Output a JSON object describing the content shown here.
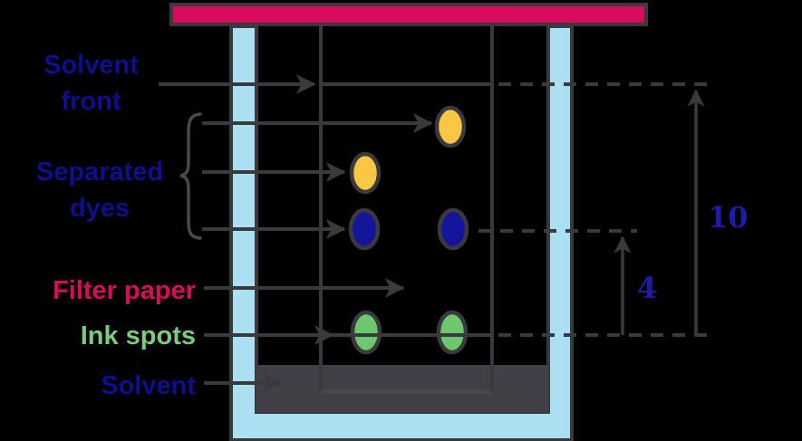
{
  "labels": {
    "solvent_front": "Solvent front",
    "separated_dyes": "Separated dyes",
    "filter_paper": "Filter paper",
    "ink_spots": "Ink spots",
    "solvent": "Solvent"
  },
  "measurements": {
    "solvent_front_distance": "10",
    "dye_spot_distance": "4"
  },
  "colors": {
    "background": "#000000",
    "navy_text": "#0e0e8e",
    "navy_number": "#1c1ca4",
    "crimson": "#d80b5d",
    "green_text": "#7ccb7c",
    "glass_blue": "#abe0f2",
    "line_gray": "#3a3a3e",
    "solvent_gray": "#424046",
    "yellow_dye": "#f8c845",
    "blue_dye": "#15159c",
    "green_dye": "#6dc86d"
  },
  "spots": {
    "separated_dyes": [
      {
        "name": "yellow-spot-upper",
        "color": "#f8c845"
      },
      {
        "name": "yellow-spot-lower",
        "color": "#f8c845"
      },
      {
        "name": "blue-spot-left",
        "color": "#15159c"
      },
      {
        "name": "blue-spot-right",
        "color": "#15159c"
      }
    ],
    "ink_spots": [
      {
        "name": "green-spot-left",
        "color": "#6dc86d"
      },
      {
        "name": "green-spot-right",
        "color": "#6dc86d"
      }
    ]
  }
}
